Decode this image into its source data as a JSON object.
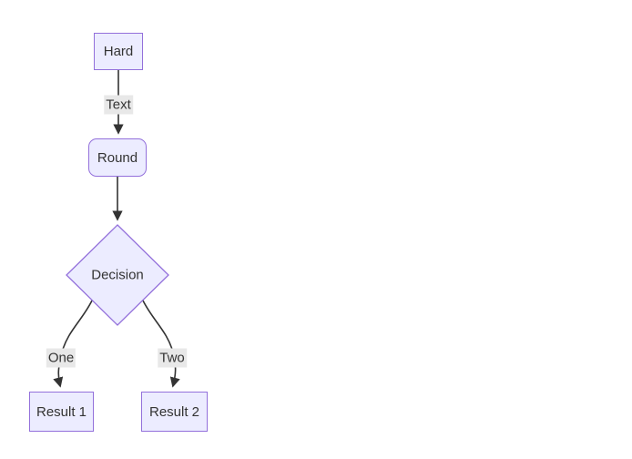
{
  "figure": {
    "type": "flowchart",
    "direction": "top-down"
  },
  "nodes": [
    {
      "id": "hard",
      "label": "Hard",
      "shape": "rectangle"
    },
    {
      "id": "round",
      "label": "Round",
      "shape": "rounded-rectangle"
    },
    {
      "id": "decision",
      "label": "Decision",
      "shape": "diamond"
    },
    {
      "id": "result1",
      "label": "Result 1",
      "shape": "rectangle"
    },
    {
      "id": "result2",
      "label": "Result 2",
      "shape": "rectangle"
    }
  ],
  "edges": [
    {
      "from": "hard",
      "to": "round",
      "label": "Text"
    },
    {
      "from": "round",
      "to": "decision",
      "label": ""
    },
    {
      "from": "decision",
      "to": "result1",
      "label": "One"
    },
    {
      "from": "decision",
      "to": "result2",
      "label": "Two"
    }
  ],
  "colors": {
    "node_fill": "#ECECFF",
    "node_border": "#9370DB",
    "edge_stroke": "#333333",
    "node_text": "#333333",
    "edge_label_bg": "#e8e8e8",
    "edge_label_text": "#333333",
    "canvas_bg": "#ffffff"
  }
}
